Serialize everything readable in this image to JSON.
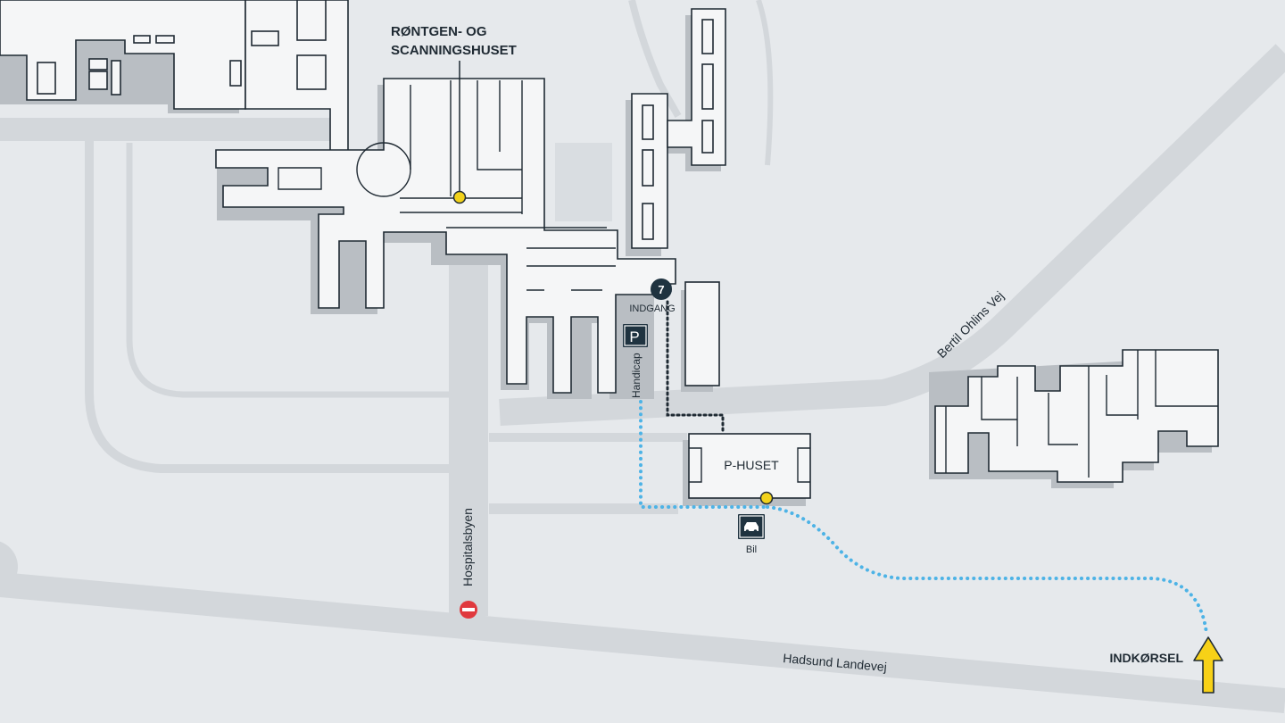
{
  "labels": {
    "rontgen_line1": "RØNTGEN- OG",
    "rontgen_line2": "SCANNINGSHUSET",
    "indgang": "INDGANG",
    "entrance_number": "7",
    "handicap": "Handicap",
    "p_huset": "P-HUSET",
    "bil": "Bil",
    "bertil": "Bertil Ohlins Vej",
    "hospitalsbyen": "Hospitalsbyen",
    "hadsund": "Hadsund Landevej",
    "indkorsel": "INDKØRSEL"
  },
  "icons": {
    "parking": "P",
    "handicap_parking": "parking-icon",
    "car": "car-icon",
    "no_entry": "no-entry-icon",
    "arrow": "arrow-up-icon"
  },
  "colors": {
    "background": "#e6e9ec",
    "road": "#d3d7db",
    "building_fill": "#f5f6f7",
    "building_stroke": "#1f2a33",
    "route_walk": "#4db3e6",
    "route_dotted_dark": "#1f2a33",
    "marker_yellow": "#f2d21b",
    "arrow_yellow": "#f7d117",
    "no_entry_red": "#e0393e",
    "badge_dark": "#1f3340"
  }
}
